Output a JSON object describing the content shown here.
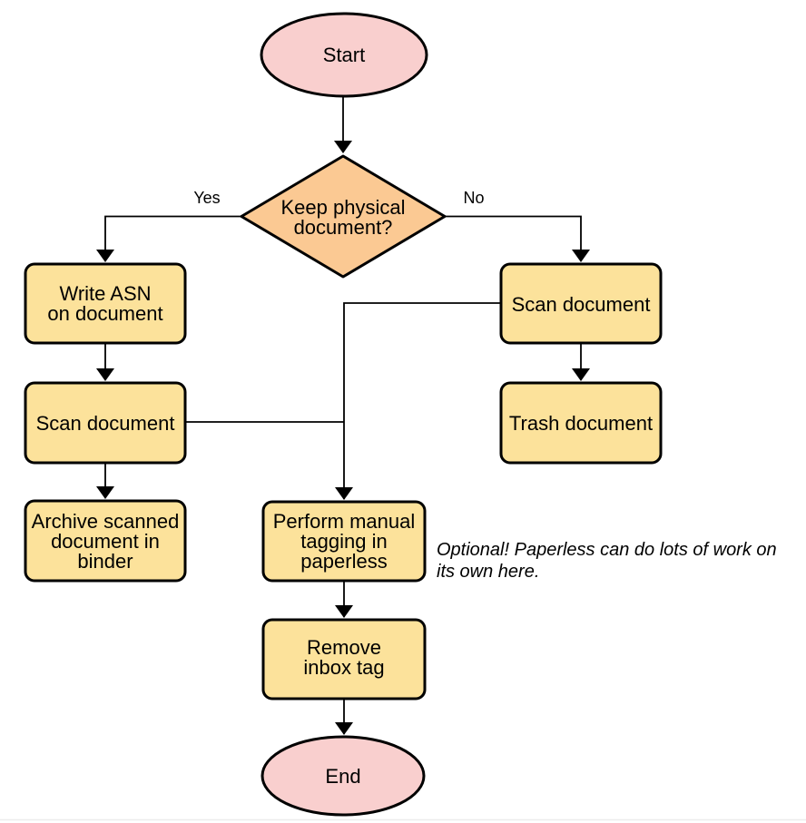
{
  "diagram": {
    "background": "#ffffff",
    "stroke_color": "#000000",
    "text_color": "#000000",
    "terminal_fill": "#F9CFCE",
    "decision_fill": "#FBC993",
    "process_fill": "#FCE29B",
    "bottom_rule_color": "#ededed"
  },
  "nodes": {
    "start": {
      "type": "terminal",
      "lines": [
        "Start"
      ]
    },
    "keep_physical": {
      "type": "decision",
      "lines": [
        "Keep physical",
        "document?"
      ]
    },
    "write_asn": {
      "type": "process",
      "lines": [
        "Write ASN",
        "on document"
      ]
    },
    "scan_document_left": {
      "type": "process",
      "lines": [
        "Scan document"
      ]
    },
    "archive_scanned": {
      "type": "process",
      "lines": [
        "Archive scanned",
        "document in",
        "binder"
      ]
    },
    "scan_document_right": {
      "type": "process",
      "lines": [
        "Scan document"
      ]
    },
    "trash_document": {
      "type": "process",
      "lines": [
        "Trash document"
      ]
    },
    "manual_tagging": {
      "type": "process",
      "lines": [
        "Perform manual",
        "tagging in",
        "paperless"
      ]
    },
    "remove_inbox_tag": {
      "type": "process",
      "lines": [
        "Remove",
        "inbox tag"
      ]
    },
    "end": {
      "type": "terminal",
      "lines": [
        "End"
      ]
    }
  },
  "edge_labels": {
    "yes": "Yes",
    "no": "No"
  },
  "note": {
    "lines": [
      "Optional! Paperless can do lots of work on",
      "its own here."
    ]
  }
}
